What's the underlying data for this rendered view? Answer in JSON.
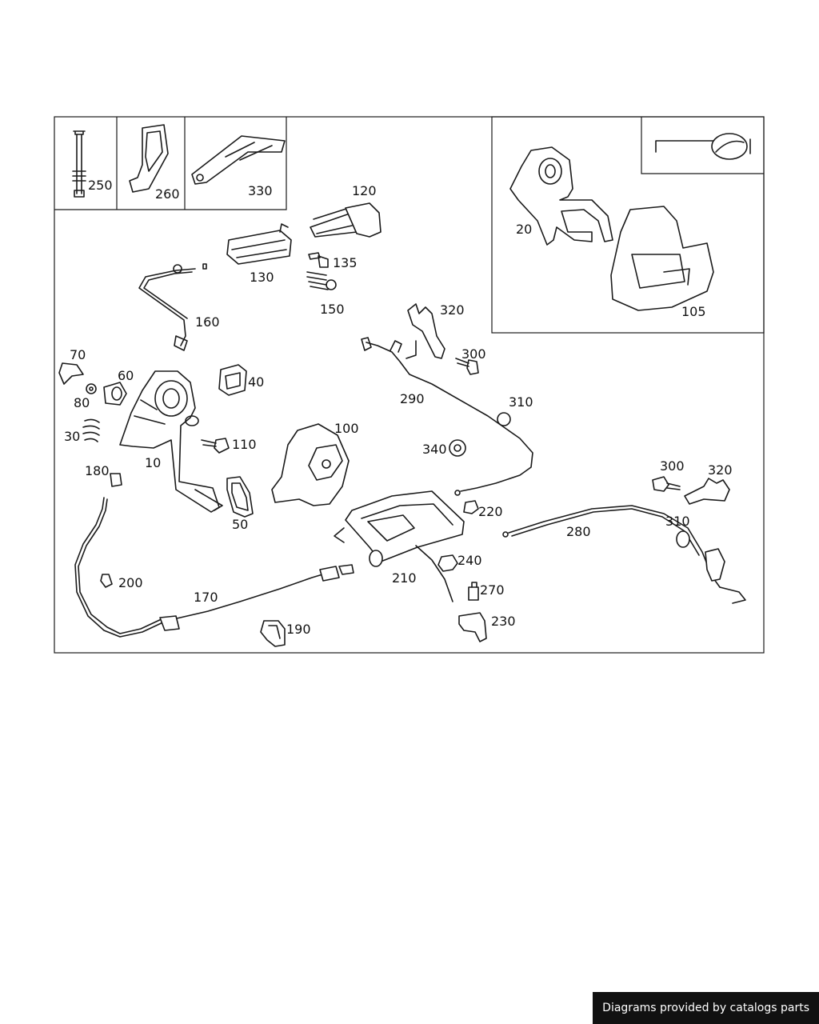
{
  "footer": {
    "credit": "Diagrams provided by catalogs parts"
  },
  "parts": {
    "p10": "10",
    "p20": "20",
    "p30": "30",
    "p40": "40",
    "p50": "50",
    "p60": "60",
    "p70": "70",
    "p80": "80",
    "p100": "100",
    "p105": "105",
    "p110": "110",
    "p120": "120",
    "p130": "130",
    "p135": "135",
    "p150": "150",
    "p160": "160",
    "p170": "170",
    "p180": "180",
    "p190": "190",
    "p200": "200",
    "p210": "210",
    "p220": "220",
    "p230": "230",
    "p240": "240",
    "p250": "250",
    "p260": "260",
    "p270": "270",
    "p280": "280",
    "p290": "290",
    "p300a": "300",
    "p300b": "300",
    "p310a": "310",
    "p310b": "310",
    "p320a": "320",
    "p320b": "320",
    "p330": "330",
    "p340": "340"
  }
}
